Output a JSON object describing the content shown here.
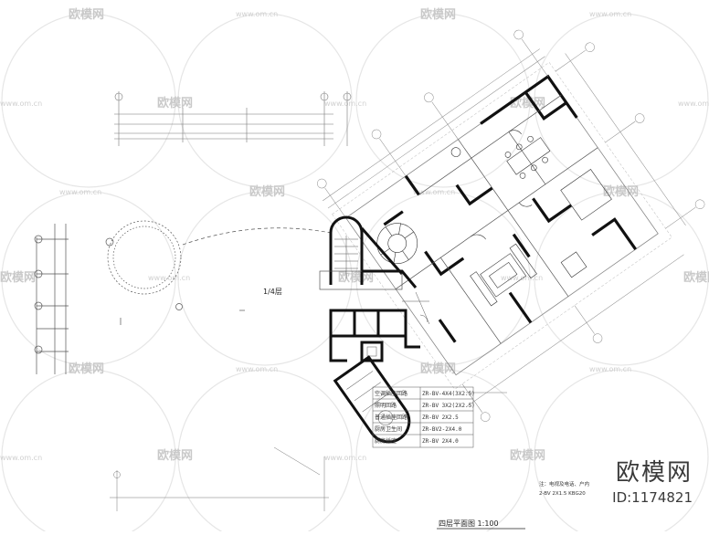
{
  "watermark": {
    "brand_text": "欧模网",
    "site_text": "www.om.cn"
  },
  "brand": {
    "name": "欧模网",
    "id_label": "ID:1174821"
  },
  "drawing": {
    "title": "四层平面图 1:100",
    "center_label": "1/4层",
    "notes": [
      "注：电视及电话、户内",
      "2-BV 2X1.5 KBG20"
    ],
    "legend": [
      {
        "name": "空调插座回路",
        "spec": "ZR-BV-4X4(3X2.5)"
      },
      {
        "name": "照明回路",
        "spec": "ZR-BV 3X2(2X2.5)"
      },
      {
        "name": "普通插座回路",
        "spec": "ZR-BV 2X2.5"
      },
      {
        "name": "厨房卫生间",
        "spec": "ZR-BV2-2X4.0"
      },
      {
        "name": "厨房插座",
        "spec": "ZR-BV 2X4.0"
      }
    ]
  }
}
